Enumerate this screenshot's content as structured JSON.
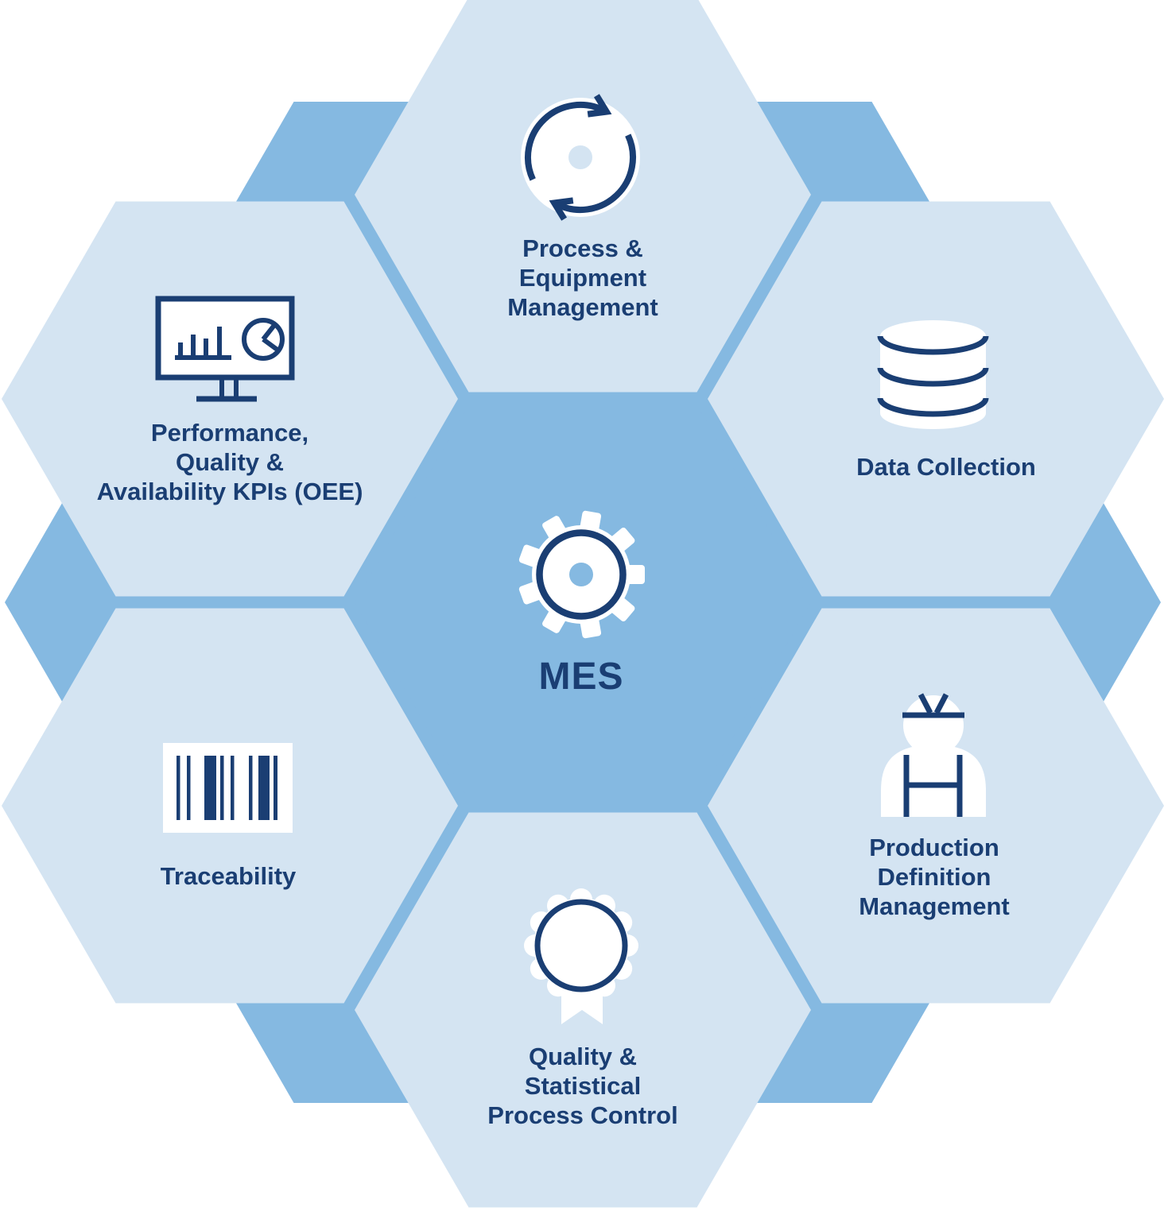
{
  "diagram": {
    "center": {
      "label": "MES",
      "icon": "gear-icon"
    },
    "modules": [
      {
        "position": "top",
        "icon": "sync-arrows-icon",
        "lines": [
          "Process &",
          "Equipment",
          "Management"
        ]
      },
      {
        "position": "top-right",
        "icon": "database-icon",
        "lines": [
          "Data Collection"
        ]
      },
      {
        "position": "bottom-right",
        "icon": "worker-icon",
        "lines": [
          "Production",
          "Definition",
          "Management"
        ]
      },
      {
        "position": "bottom",
        "icon": "award-ribbon-icon",
        "lines": [
          "Quality &",
          "Statistical",
          "Process Control"
        ]
      },
      {
        "position": "bottom-left",
        "icon": "barcode-icon",
        "lines": [
          "Traceability"
        ]
      },
      {
        "position": "top-left",
        "icon": "monitor-kpi-icon",
        "lines": [
          "Performance,",
          "Quality &",
          "Availability KPIs (OEE)"
        ]
      }
    ],
    "colors": {
      "hex_light": "#d4e4f2",
      "hex_medium": "#85b9e1",
      "navy": "#1a3e73",
      "white": "#ffffff",
      "canvas": "#ffffff"
    }
  }
}
